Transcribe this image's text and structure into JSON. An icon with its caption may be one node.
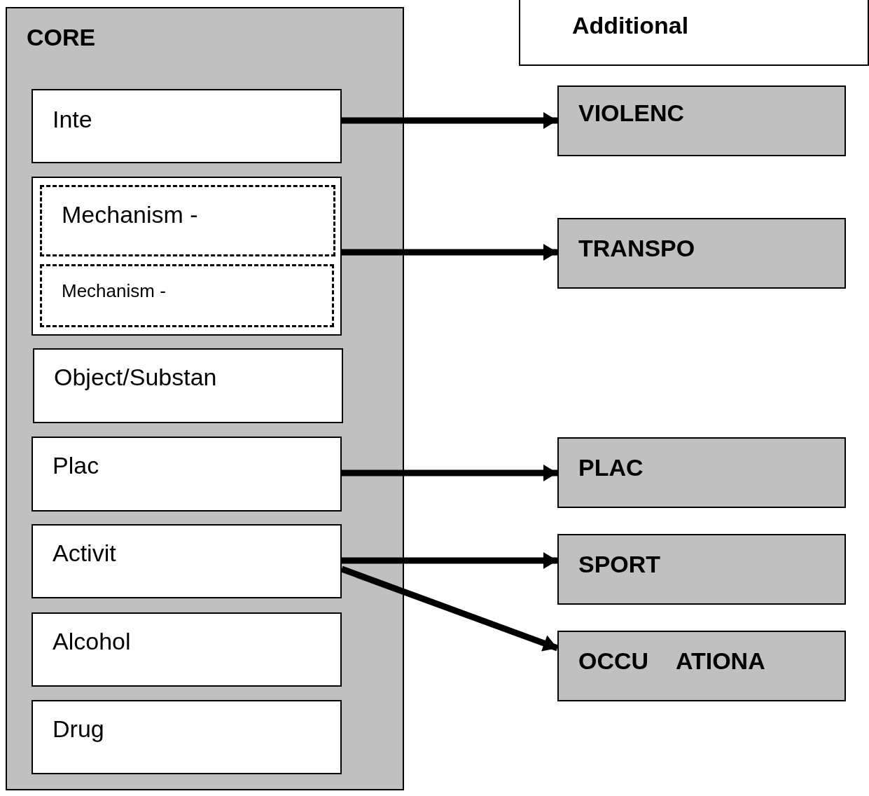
{
  "diagram": {
    "nodes": [
      {
        "text": [
          "CORE"
        ]
      },
      {
        "text": [
          "Inte"
        ],
        "in": 0
      },
      {
        "text": [],
        "shape": "box",
        "in": 0
      },
      {
        "text": [
          "Mechanism -"
        ],
        "in": 2
      },
      {
        "text": [
          "Mechanism -"
        ],
        "in": 2
      },
      {
        "text": [
          "Object/Substan"
        ],
        "in": 0
      },
      {
        "text": [
          "Plac"
        ],
        "in": 0
      },
      {
        "text": [
          "Activit"
        ],
        "in": 0
      },
      {
        "text": [
          "Alcohol"
        ],
        "in": 0
      },
      {
        "text": [
          "Drug"
        ],
        "in": 0
      },
      {
        "text": [
          "Additional"
        ]
      },
      {
        "text": [
          "VIOLENC"
        ]
      },
      {
        "text": [
          "TRANSPO"
        ]
      },
      {
        "text": [
          "PLAC"
        ]
      },
      {
        "text": [
          "SPORT"
        ]
      },
      {
        "text": [
          "OCCU ATIONA"
        ]
      }
    ],
    "edges": [
      {
        "from": 1,
        "to": 11,
        "arrow": "to"
      },
      {
        "from": 2,
        "to": 12,
        "arrow": "to"
      },
      {
        "from": 6,
        "to": 13,
        "arrow": "to"
      },
      {
        "from": 7,
        "to": 14,
        "arrow": "to"
      },
      {
        "from": 7,
        "to": 15,
        "arrow": "to"
      }
    ]
  }
}
